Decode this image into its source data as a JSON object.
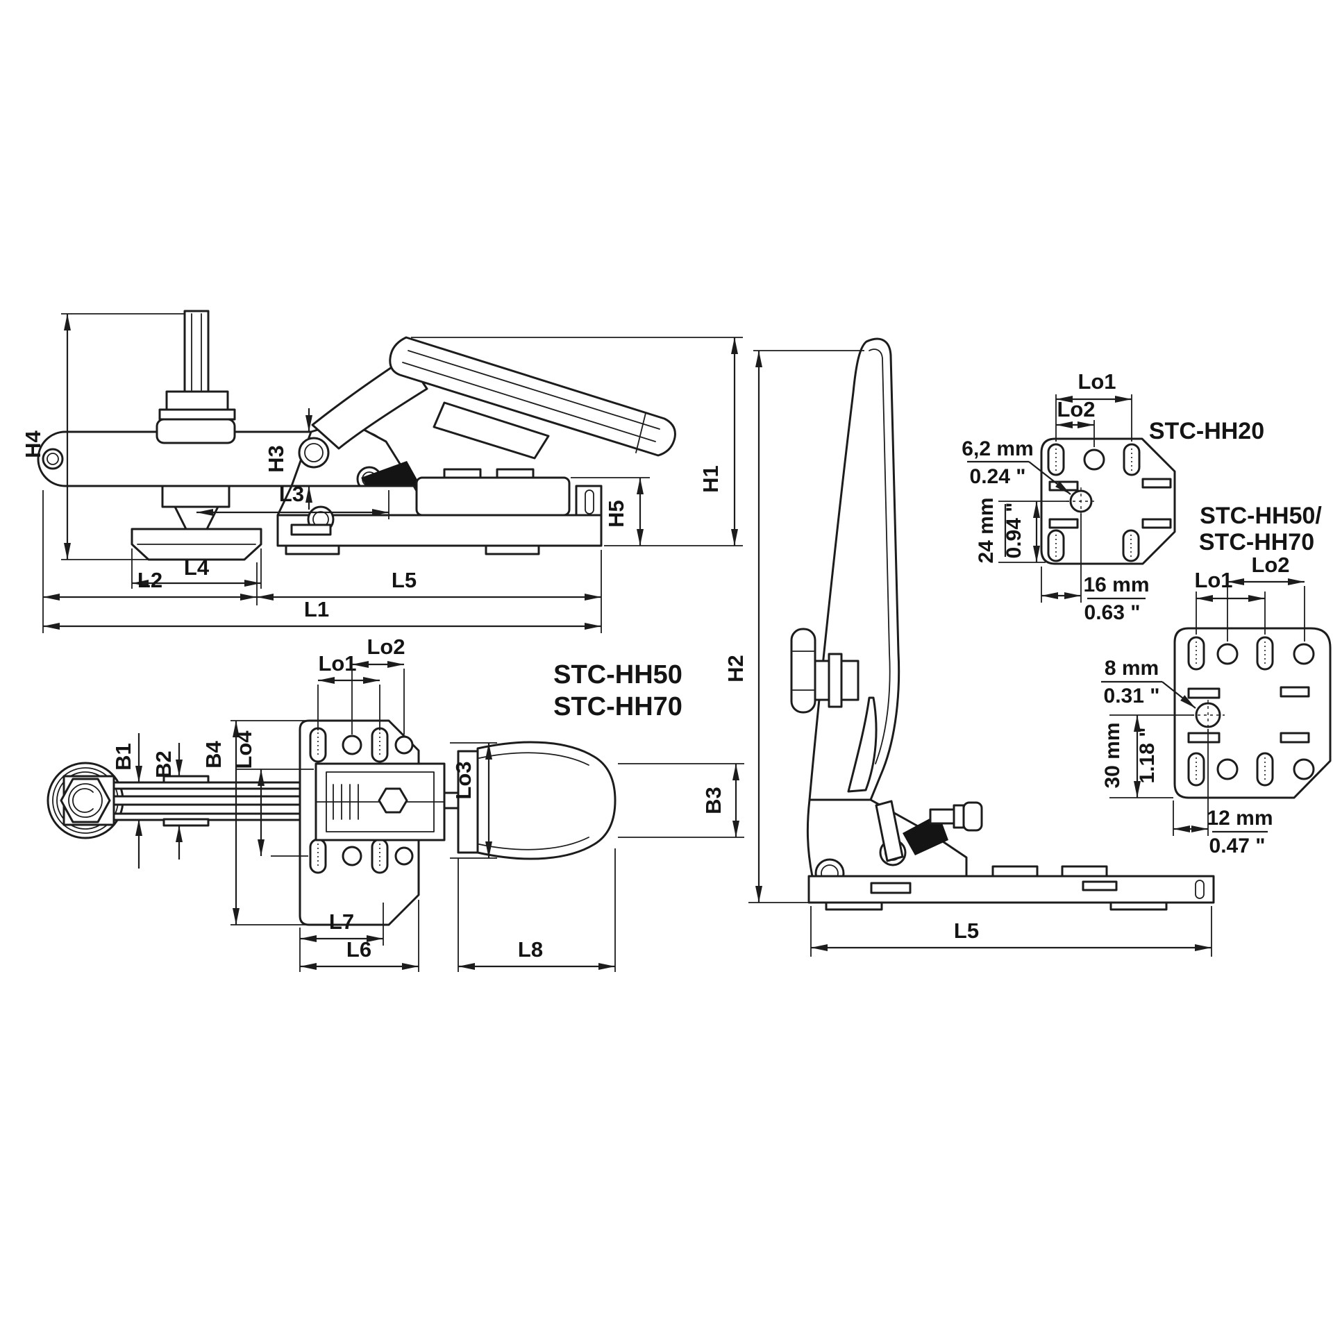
{
  "colors": {
    "background": "#ffffff",
    "line": "#1c1c1c",
    "shade": "#141414"
  },
  "side_view": {
    "h4": "H4",
    "h3": "H3",
    "l3": "L3",
    "l4": "L4",
    "l2": "L2",
    "l5": "L5",
    "l1": "L1",
    "h1": "H1",
    "h5": "H5"
  },
  "top_view": {
    "lo1": "Lo1",
    "lo2": "Lo2",
    "b1": "B1",
    "b2": "B2",
    "b4": "B4",
    "lo4": "Lo4",
    "lo3": "Lo3",
    "b3": "B3",
    "l7": "L7",
    "l6": "L6",
    "l8": "L8",
    "model_line1": "STC-HH50",
    "model_line2": "STC-HH70"
  },
  "front_view": {
    "h2": "H2",
    "l5": "L5"
  },
  "pattern_hh20": {
    "title": "STC-HH20",
    "lo1": "Lo1",
    "lo2": "Lo2",
    "hole_mm": "6,2 mm",
    "hole_in": "0.24 \"",
    "vert_mm": "24 mm",
    "vert_in": "0.94 \"",
    "horiz_mm": "16 mm",
    "horiz_in": "0.63 \""
  },
  "pattern_hh5070": {
    "title_line1": "STC-HH50/",
    "title_line2": "STC-HH70",
    "lo1": "Lo1",
    "lo2": "Lo2",
    "hole_mm": "8 mm",
    "hole_in": "0.31 \"",
    "vert_mm": "30 mm",
    "vert_in": "1.18 \"",
    "horiz_mm": "12 mm",
    "horiz_in": "0.47 \""
  }
}
